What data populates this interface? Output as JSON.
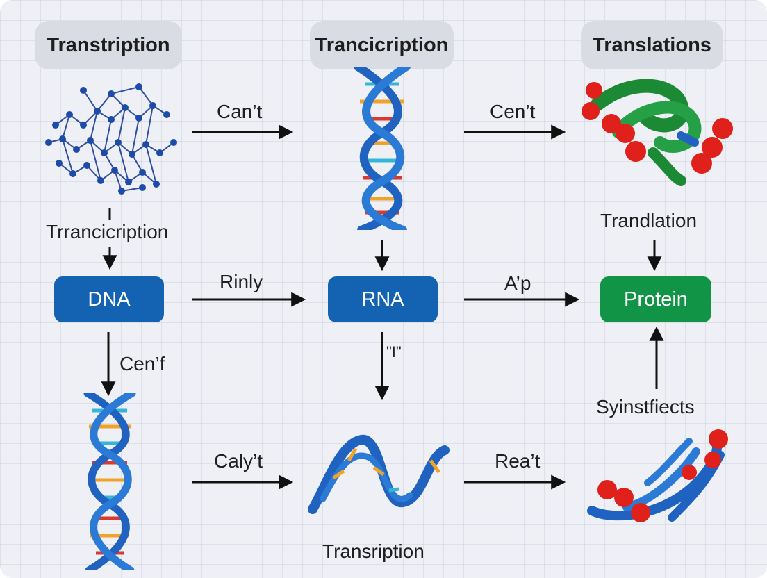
{
  "headers": {
    "left": "Transtription",
    "center": "Trancicription",
    "right": "Translations"
  },
  "nodes": {
    "dna": "DNA",
    "rna": "RNA",
    "protein": "Protein"
  },
  "labels": {
    "top_arrow_1": "Can’t",
    "top_arrow_2": "Cen’t",
    "left_vertical": "Trrancicription",
    "right_vertical_top": "Trandlation",
    "mid_arrow_1": "Rinly",
    "mid_arrow_2": "A’p",
    "left_down": "Cen’f",
    "center_down": "\"I\"",
    "right_up": "Syinstfiects",
    "bottom_arrow_1": "Caly’t",
    "bottom_arrow_2": "Rea’t",
    "bottom_caption": "Transription"
  },
  "colors": {
    "dna_blue": "#1463b3",
    "protein_green": "#119446",
    "helix_blue": "#1f62c0",
    "bead_red": "#e0201b",
    "rung_orange": "#f0a32b",
    "rung_red": "#d93a2e",
    "rung_cyan": "#35b6d6"
  },
  "icons": [
    "molecule-network-icon",
    "dna-helix-icon",
    "protein-ribbon-icon",
    "rna-strand-icon"
  ]
}
